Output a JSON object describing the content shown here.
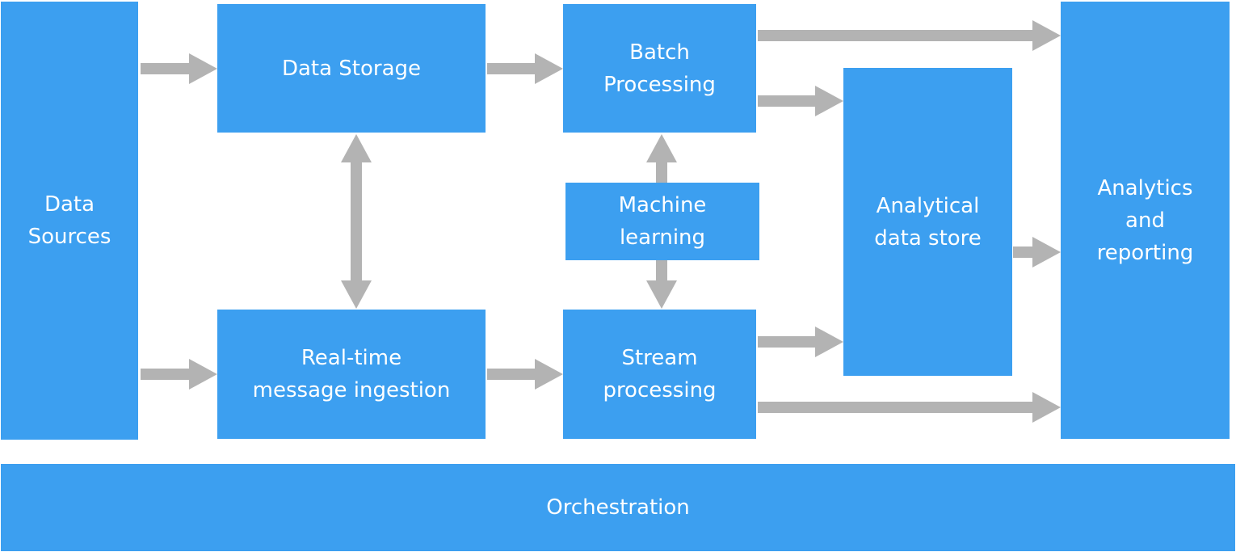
{
  "diagram": {
    "nodes": {
      "data_sources": "Data\nSources",
      "data_storage": "Data Storage",
      "batch_processing": "Batch\nProcessing",
      "machine_learning": "Machine\nlearning",
      "realtime_ingestion": "Real-time\nmessage ingestion",
      "stream_processing": "Stream\nprocessing",
      "analytical_store": "Analytical\ndata store",
      "analytics_reporting": "Analytics\nand\nreporting",
      "orchestration": "Orchestration"
    },
    "edges": [
      {
        "from": "data_sources",
        "to": "data_storage"
      },
      {
        "from": "data_sources",
        "to": "realtime_ingestion"
      },
      {
        "from": "data_storage",
        "to": "batch_processing"
      },
      {
        "from": "data_storage",
        "to": "realtime_ingestion",
        "bidirectional": true
      },
      {
        "from": "realtime_ingestion",
        "to": "stream_processing"
      },
      {
        "from": "machine_learning",
        "to": "batch_processing"
      },
      {
        "from": "machine_learning",
        "to": "stream_processing"
      },
      {
        "from": "batch_processing",
        "to": "analytics_reporting"
      },
      {
        "from": "batch_processing",
        "to": "analytical_store"
      },
      {
        "from": "stream_processing",
        "to": "analytical_store"
      },
      {
        "from": "stream_processing",
        "to": "analytics_reporting"
      },
      {
        "from": "analytical_store",
        "to": "analytics_reporting"
      }
    ],
    "colors": {
      "box": "#3c9ff0",
      "text": "#ffffff",
      "arrow": "#b3b3b3"
    }
  }
}
